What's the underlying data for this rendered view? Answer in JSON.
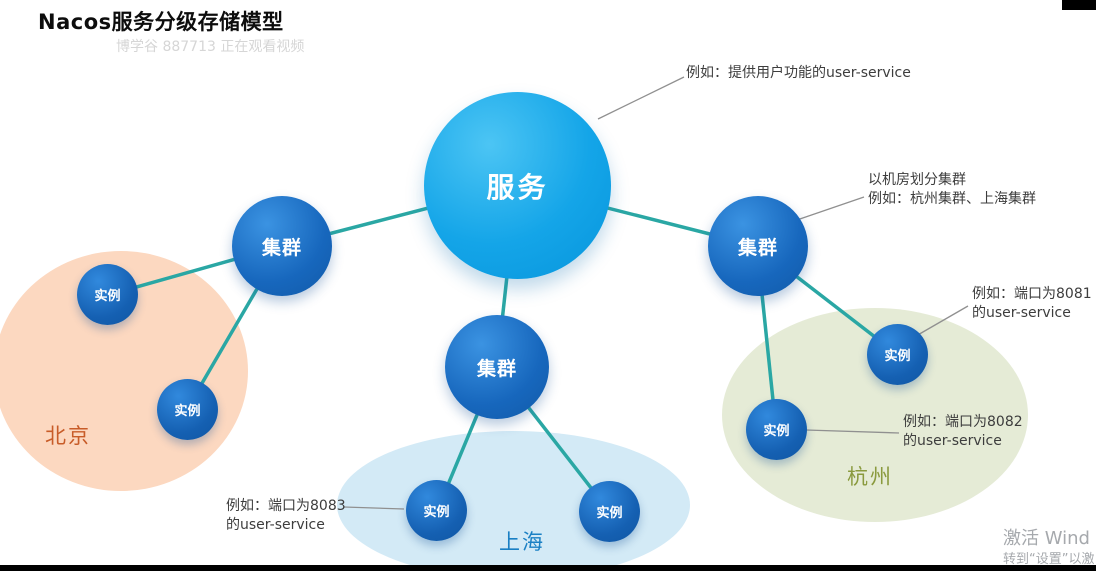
{
  "title": "Nacos服务分级存储模型",
  "viewer_watermark": "博学谷 887713 正在观看视频",
  "colors": {
    "service_node": "#14a5e8",
    "cluster_node": "#1767bd",
    "instance_node": "#1560b2",
    "edge": "#2aa7a4",
    "beijing_region": "#fcd8c0",
    "shanghai_region": "#d3eaf6",
    "hangzhou_region": "#e5ebd6",
    "beijing_label": "#c85c28",
    "shanghai_label": "#1a80c4",
    "hangzhou_label": "#8a9a3e"
  },
  "nodes": {
    "service": "服务",
    "cluster_left": "集群",
    "cluster_mid": "集群",
    "cluster_right": "集群",
    "instance_beijing_1": "实例",
    "instance_beijing_2": "实例",
    "instance_shanghai_1": "实例",
    "instance_shanghai_2": "实例",
    "instance_hangzhou_1": "实例",
    "instance_hangzhou_2": "实例"
  },
  "regions": {
    "beijing": "北京",
    "shanghai": "上海",
    "hangzhou": "杭州"
  },
  "annotations": {
    "service_example": "例如：提供用户功能的user-service",
    "cluster_rule_line1": "以机房划分集群",
    "cluster_rule_line2": "例如：杭州集群、上海集群",
    "port_8081_line1": "例如：端口为8081",
    "port_8081_line2": "的user-service",
    "port_8082_line1": "例如：端口为8082",
    "port_8082_line2": "的user-service",
    "port_8083_line1": "例如：端口为8083",
    "port_8083_line2": "的user-service"
  },
  "activation_watermark": {
    "line1": "激活 Wind",
    "line2": "转到“设置”以激"
  }
}
